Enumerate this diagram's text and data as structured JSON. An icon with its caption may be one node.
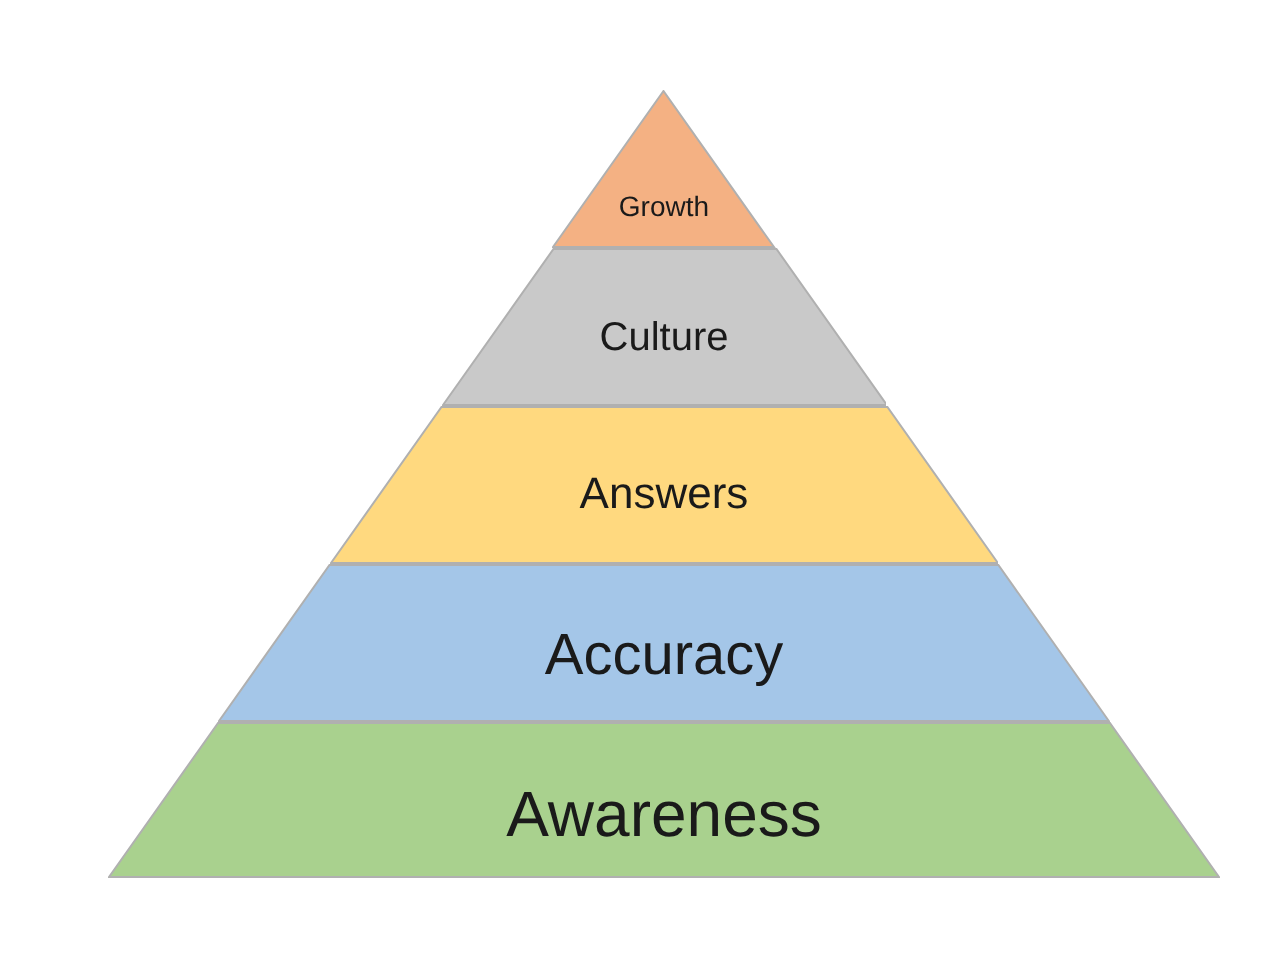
{
  "diagram": {
    "nodes": [
      {
        "text": [
          "Growth"
        ]
      },
      {
        "text": [
          "Culture"
        ]
      },
      {
        "text": [
          "Answers"
        ]
      },
      {
        "text": [
          "Accuracy"
        ]
      },
      {
        "text": [
          "Awareness"
        ]
      }
    ]
  }
}
